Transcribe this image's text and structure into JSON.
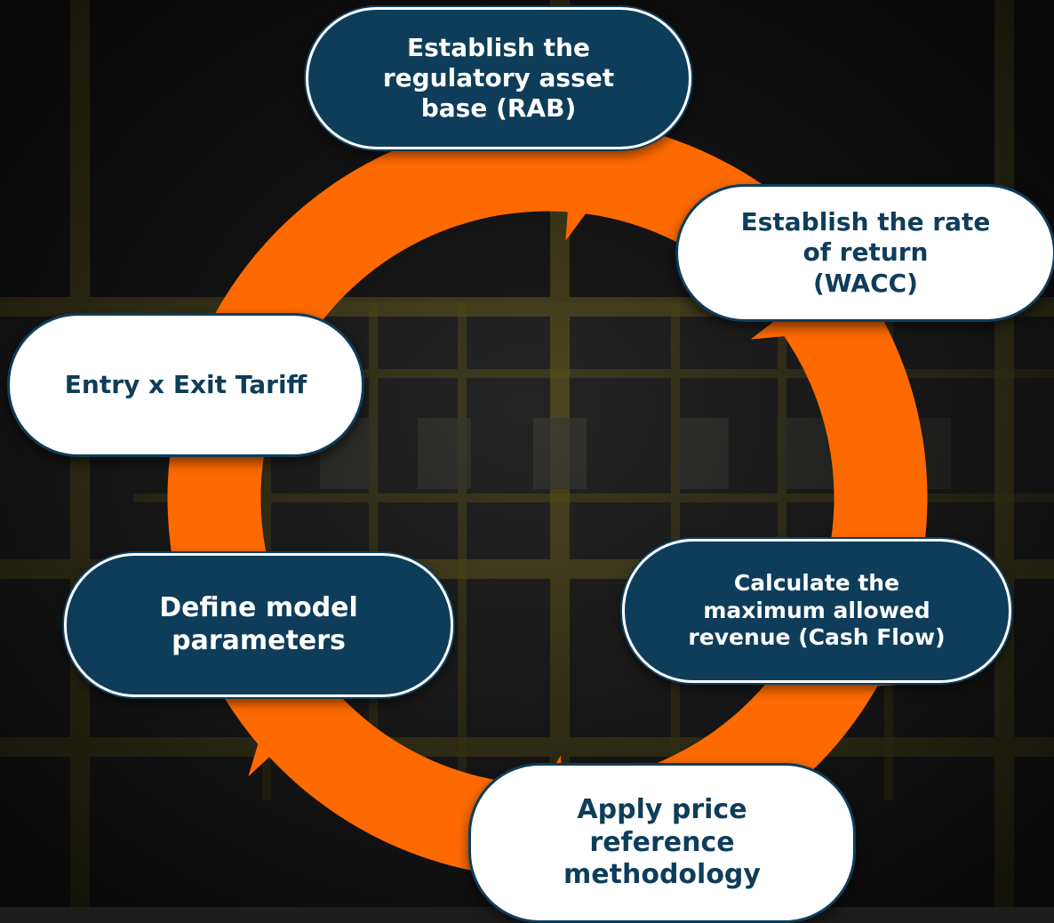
{
  "colors": {
    "arrow": "#ff6a00",
    "dark_node": "#0e3d5a",
    "light_node": "#ffffff",
    "background": "#1c1c1c",
    "pipes": "#8a7a22"
  },
  "cycle": {
    "nodes": [
      {
        "id": "rab",
        "text": "Establish the\nregulatory asset\nbase (RAB)",
        "style": "dark"
      },
      {
        "id": "wacc",
        "text": "Establish the rate\nof return\n(WACC)",
        "style": "light"
      },
      {
        "id": "cash",
        "text": "Calculate the\nmaximum allowed\nrevenue (Cash Flow)",
        "style": "dark"
      },
      {
        "id": "price",
        "text": "Apply price\nreference\nmethodology",
        "style": "light"
      },
      {
        "id": "model",
        "text": "Define model\nparameters",
        "style": "dark"
      },
      {
        "id": "tariff",
        "text": "Entry x Exit Tariff",
        "style": "light"
      }
    ]
  }
}
